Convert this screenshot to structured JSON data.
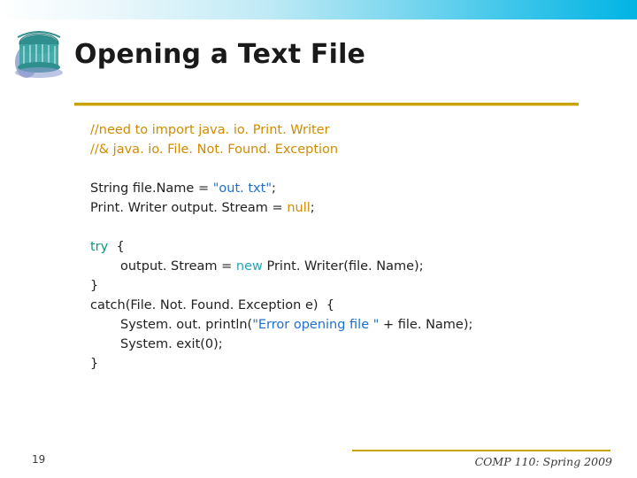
{
  "slide": {
    "title": "Opening a Text File",
    "page_number": "19",
    "footer": "COMP 110: Spring 2009",
    "logo_name": "university-rotunda-logo",
    "accent_color": "#c8a200",
    "band_color": "#00b4e4"
  },
  "code": {
    "blocks": [
      {
        "lines": [
          {
            "indent": 0,
            "parts": [
              {
                "t": "//need to import java. io. Print. Writer",
                "c": "cmt"
              }
            ]
          },
          {
            "indent": 0,
            "parts": [
              {
                "t": "//& java. io. File. Not. Found. Exception",
                "c": "cmt"
              }
            ]
          }
        ]
      },
      {
        "lines": [
          {
            "indent": 0,
            "parts": [
              {
                "t": "String file.Name = ",
                "c": "plain"
              },
              {
                "t": "\"out. txt\"",
                "c": "str"
              },
              {
                "t": ";",
                "c": "plain"
              }
            ]
          },
          {
            "indent": 0,
            "parts": [
              {
                "t": "Print. Writer output. Stream = ",
                "c": "plain"
              },
              {
                "t": "null",
                "c": "nul"
              },
              {
                "t": ";",
                "c": "plain"
              }
            ]
          }
        ]
      },
      {
        "lines": [
          {
            "indent": 0,
            "parts": [
              {
                "t": "try",
                "c": "kw"
              },
              {
                "t": "  {",
                "c": "plain"
              }
            ]
          },
          {
            "indent": 1,
            "parts": [
              {
                "t": "output. Stream = ",
                "c": "plain"
              },
              {
                "t": "new",
                "c": "kw2"
              },
              {
                "t": " Print. Writer(file. Name);",
                "c": "plain"
              }
            ]
          },
          {
            "indent": 0,
            "parts": [
              {
                "t": "}",
                "c": "plain"
              }
            ]
          },
          {
            "indent": 0,
            "parts": [
              {
                "t": "catch",
                "c": "plain"
              },
              {
                "t": "(File. Not. Found. Exception e)  {",
                "c": "plain"
              }
            ]
          },
          {
            "indent": 1,
            "parts": [
              {
                "t": "System. out. println(",
                "c": "plain"
              },
              {
                "t": "\"Error opening file \"",
                "c": "str"
              },
              {
                "t": " + file. Name);",
                "c": "plain"
              }
            ]
          },
          {
            "indent": 1,
            "parts": [
              {
                "t": "System. exit(0);",
                "c": "plain"
              }
            ]
          },
          {
            "indent": 0,
            "parts": [
              {
                "t": "}",
                "c": "plain"
              }
            ]
          }
        ]
      }
    ]
  }
}
